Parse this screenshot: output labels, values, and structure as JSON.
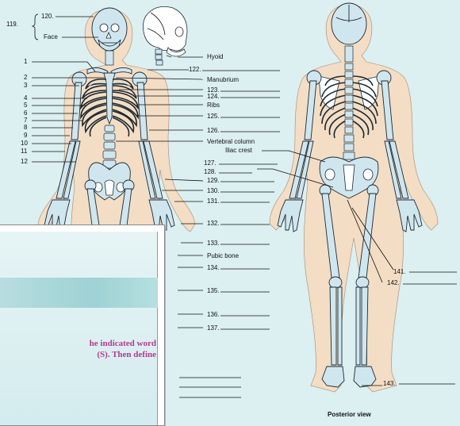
{
  "labels_left": [
    "1",
    "2",
    "3",
    "4",
    "5",
    "6",
    "7",
    "8",
    "9",
    "10",
    "11",
    "12"
  ],
  "labels_top": {
    "n119": "119.",
    "n120": "120.",
    "face": "Face"
  },
  "labels_right_anterior": [
    {
      "num": "",
      "text": "Hyoid"
    },
    {
      "num": "122.",
      "text": ""
    },
    {
      "num": "",
      "text": "Manubrium"
    },
    {
      "num": "123.",
      "text": ""
    },
    {
      "num": "124.",
      "text": ""
    },
    {
      "num": "",
      "text": "Ribs"
    },
    {
      "num": "125.",
      "text": ""
    },
    {
      "num": "126.",
      "text": ""
    },
    {
      "num": "",
      "text": "Vertebral column"
    }
  ],
  "labels_right_lower": [
    {
      "num": "127.",
      "text": ""
    },
    {
      "num": "128.",
      "text": ""
    },
    {
      "num": "129.",
      "text": ""
    },
    {
      "num": "130.",
      "text": ""
    },
    {
      "num": "131.",
      "text": ""
    },
    {
      "num": "132.",
      "text": ""
    },
    {
      "num": "133.",
      "text": ""
    },
    {
      "num": "",
      "text": "Pubic bone"
    },
    {
      "num": "134.",
      "text": ""
    },
    {
      "num": "135.",
      "text": ""
    },
    {
      "num": "136.",
      "text": ""
    },
    {
      "num": "137.",
      "text": ""
    }
  ],
  "iliac_crest": "Iliac crest",
  "labels_posterior": {
    "n141": "141.",
    "n142": "142.",
    "n143": "143."
  },
  "caption": "Posterior view",
  "panel_text": [
    "he indicated word",
    "(S). Then define"
  ],
  "colors": {
    "background": "#dceff1",
    "bone": "#cfe6ef",
    "skin": "#f3ddc4",
    "panel_text": "#b23a8c"
  }
}
